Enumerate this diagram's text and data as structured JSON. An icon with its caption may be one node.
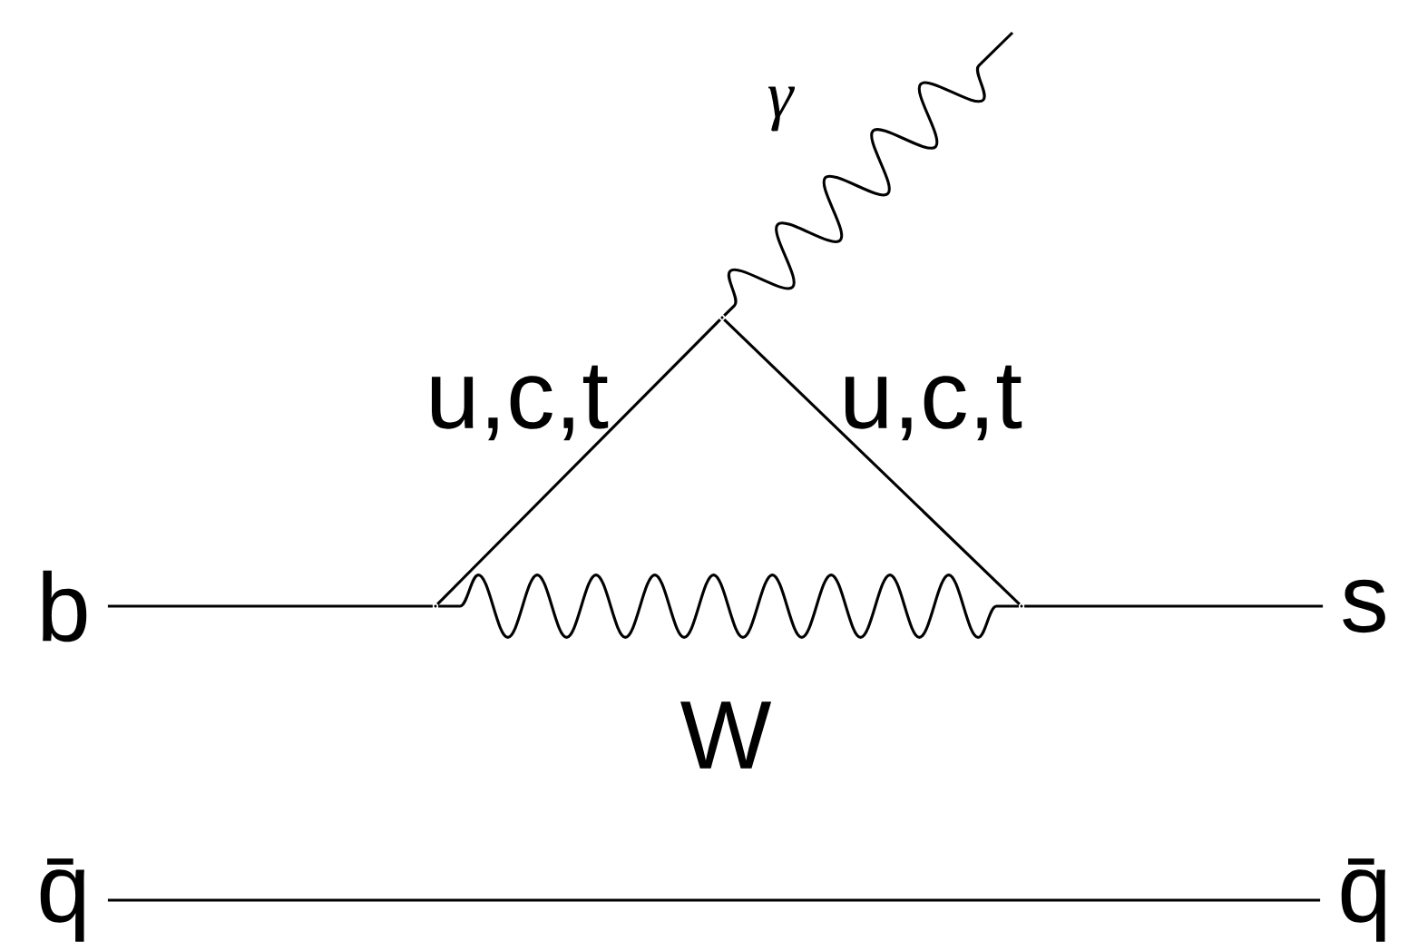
{
  "diagram": {
    "nodes": [
      {
        "text": [
          "b"
        ]
      },
      {
        "text": [
          "s"
        ]
      },
      {
        "text": [
          "q̄"
        ]
      },
      {
        "text": [
          "q̄"
        ]
      },
      {
        "text": [],
        "shape": "point"
      },
      {
        "text": [],
        "shape": "point"
      },
      {
        "text": [],
        "shape": "point"
      }
    ],
    "edges": [
      {
        "from": 0,
        "to": 4,
        "arrow": "none"
      },
      {
        "from": 4,
        "to": 6,
        "arrow": "none",
        "label": "u,c,t"
      },
      {
        "from": 6,
        "to": 5,
        "arrow": "none",
        "label": "u,c,t"
      },
      {
        "from": 5,
        "to": 1,
        "arrow": "none"
      },
      {
        "from": 4,
        "to": 5,
        "arrow": "none",
        "label": "W"
      },
      {
        "from": 6,
        "to": null,
        "arrow": "none",
        "label": "γ"
      },
      {
        "from": 2,
        "to": 3,
        "arrow": "none"
      }
    ]
  }
}
